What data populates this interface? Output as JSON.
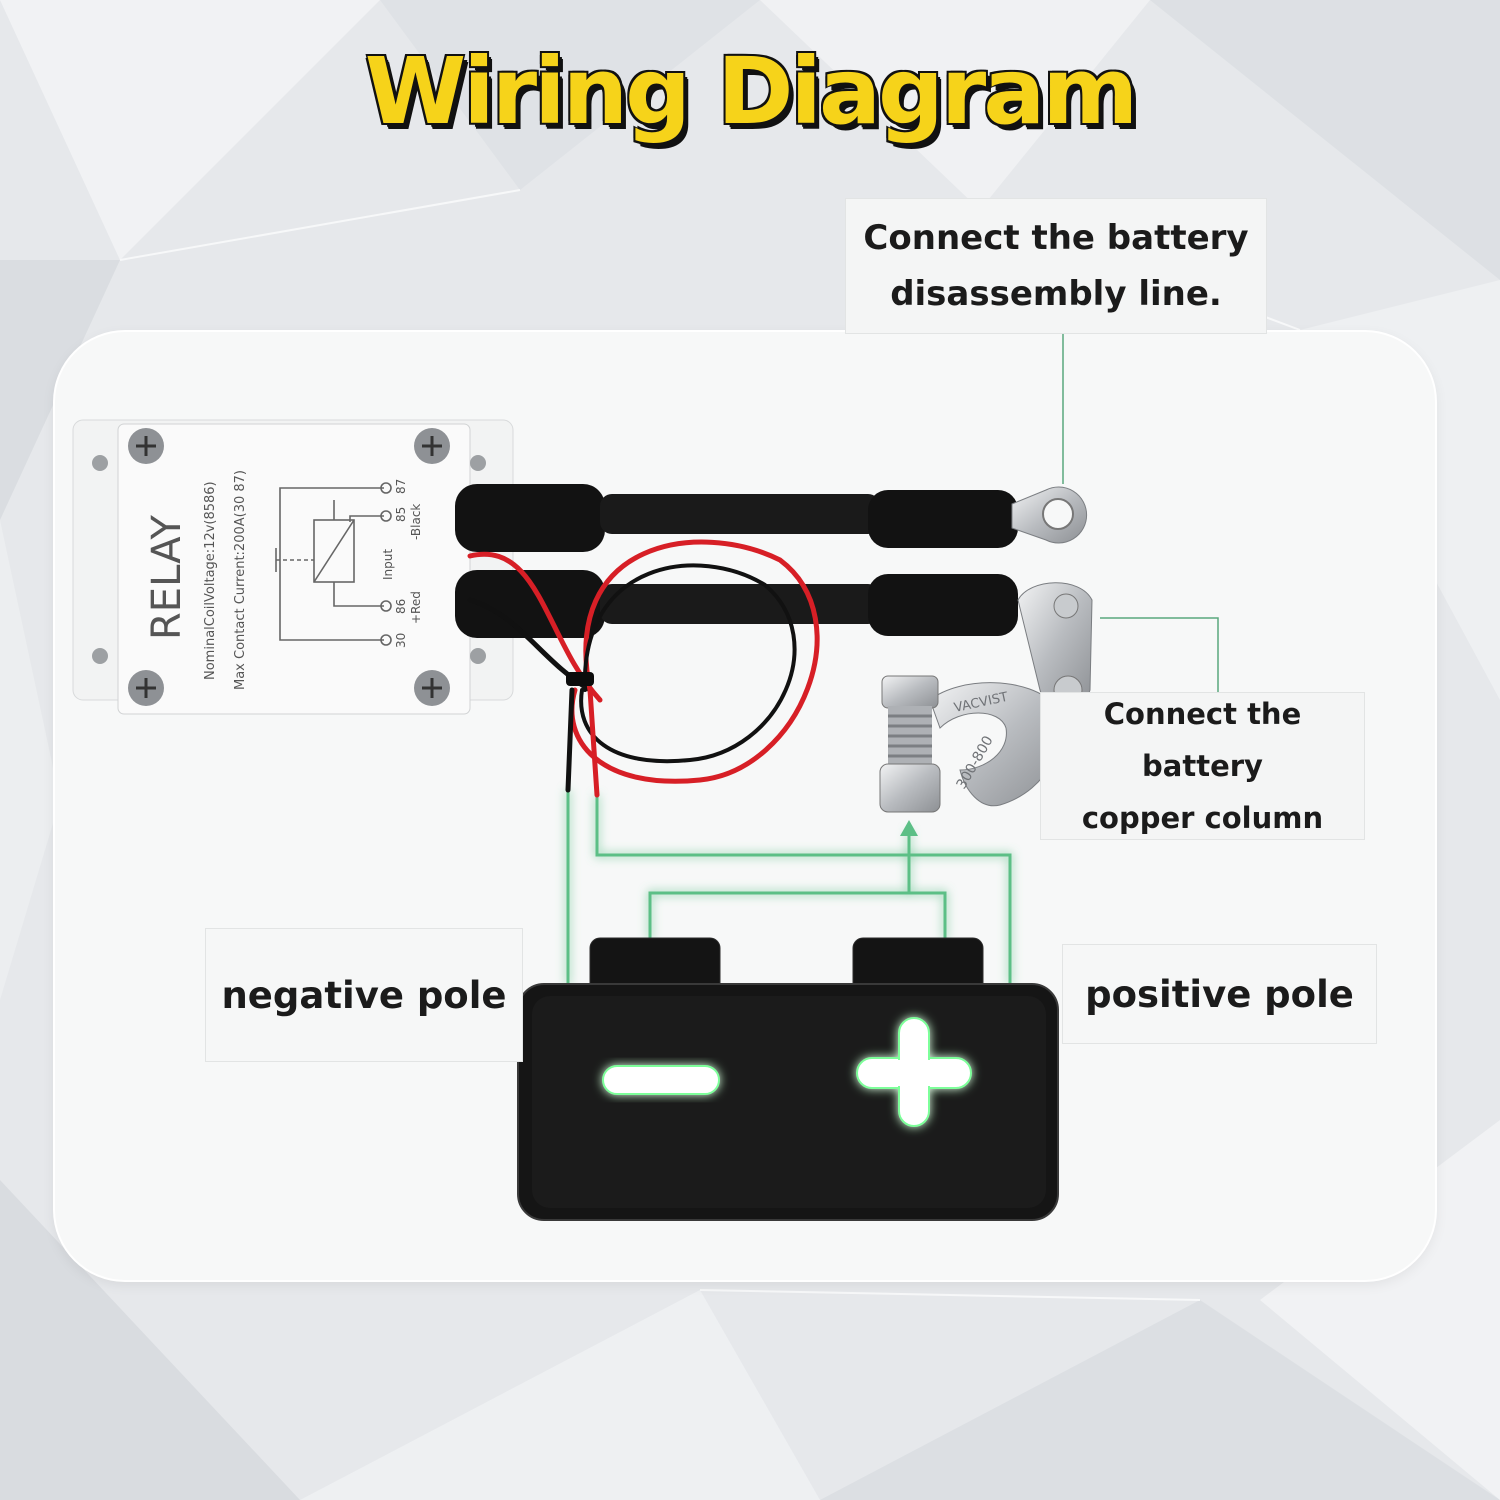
{
  "title": "Wiring Diagram",
  "labels": {
    "disassembly_line_1": "Connect the battery",
    "disassembly_line_2": "disassembly line.",
    "copper_line_1": "Connect the battery",
    "copper_line_2": "copper column",
    "negative": "negative pole",
    "positive": "positive pole"
  },
  "relay": {
    "name": "RELAY",
    "spec_voltage": "NominalCoilVoltage:12v(8586)",
    "spec_current": "Max Contact Current:200A(30 87)",
    "terminal_30": "30",
    "terminal_86": "86",
    "terminal_red": "+Red",
    "terminal_input": "Input",
    "terminal_85": "85",
    "terminal_87": "87",
    "terminal_black": "-Black"
  },
  "clamp_marks": {
    "range": "300-800",
    "brand": "VACVIST"
  },
  "colors": {
    "title_fill": "#f6d31a",
    "title_outline": "#111111",
    "wire_red": "#d71f26",
    "cable_black": "#111111",
    "guide_green": "#5cbf86",
    "battery_body": "#151515",
    "battery_glow": "#7dff9a"
  },
  "icons": {
    "minus": "minus-icon",
    "plus": "plus-icon"
  }
}
